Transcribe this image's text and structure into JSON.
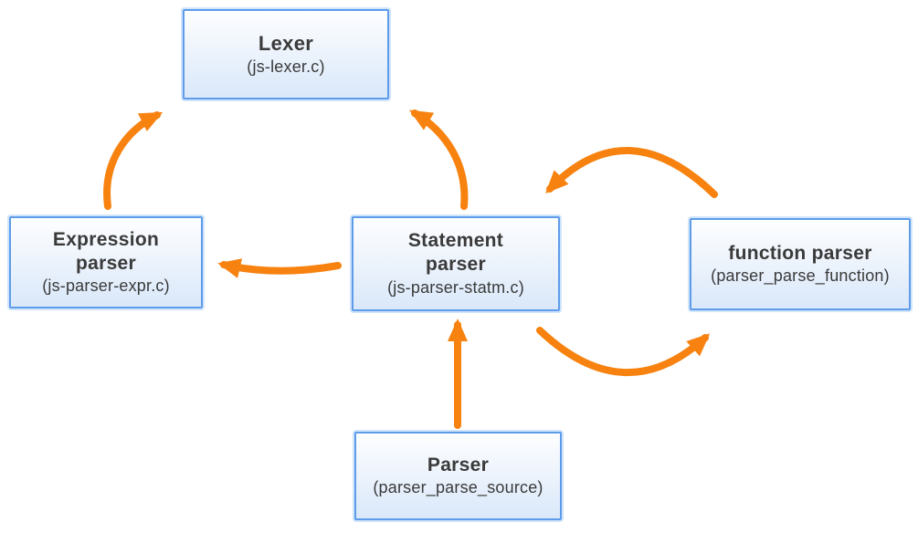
{
  "diagram": {
    "background_color": "#ffffff",
    "arrow_color": "#f7820f",
    "box_border_color": "#5e9cea",
    "box_fill_top": "#fdfeff",
    "box_fill_bottom": "#d9e8fa",
    "text_color": "#3a3a3a",
    "nodes": {
      "lexer": {
        "title": "Lexer",
        "subtitle": "(js-lexer.c)"
      },
      "expression": {
        "title": "Expression\nparser",
        "subtitle": "(js-parser-expr.c)"
      },
      "statement": {
        "title": "Statement\nparser",
        "subtitle": "(js-parser-statm.c)"
      },
      "function": {
        "title": "function parser",
        "subtitle": "(parser_parse_function)"
      },
      "parser": {
        "title": "Parser",
        "subtitle": "(parser_parse_source)"
      }
    },
    "edges": [
      {
        "from": "expression",
        "to": "lexer"
      },
      {
        "from": "statement",
        "to": "lexer"
      },
      {
        "from": "statement",
        "to": "expression"
      },
      {
        "from": "function",
        "to": "statement"
      },
      {
        "from": "statement",
        "to": "function"
      },
      {
        "from": "parser",
        "to": "statement"
      }
    ]
  }
}
